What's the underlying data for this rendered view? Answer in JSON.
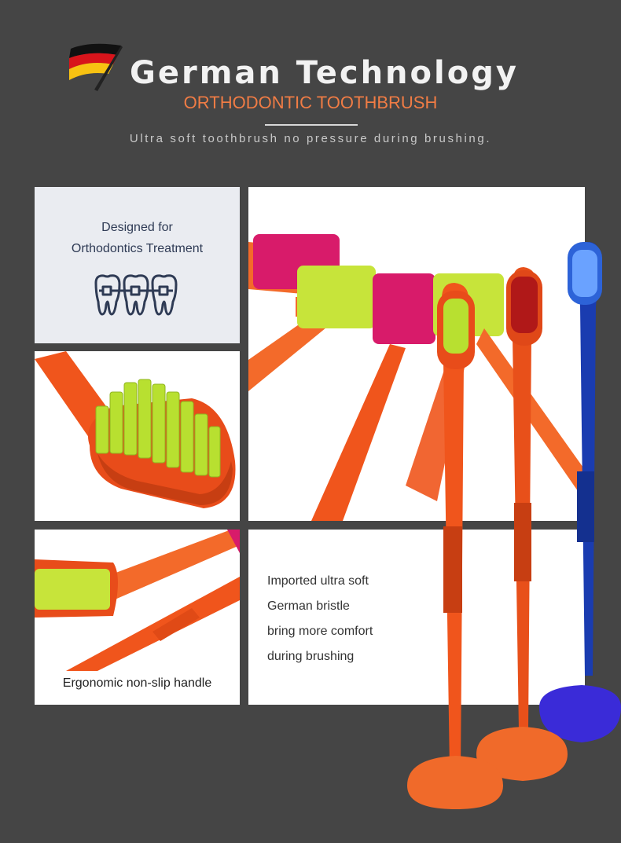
{
  "header": {
    "title": "German Technology",
    "subtitle": "ORTHODONTIC TOOTHBRUSH",
    "tagline": "Ultra soft toothbrush no pressure during brushing.",
    "flag_icon": "german-flag-icon"
  },
  "panels": {
    "designed_lines": [
      "Designed for",
      "Orthodontics  Treatment"
    ],
    "braces_icon": "teeth-braces-icon",
    "ergonomic_caption": "Ergonomic non-slip handle",
    "features": [
      "Imported ultra soft",
      "German bristle",
      "bring more comfort",
      "during brushing"
    ]
  },
  "colors": {
    "background": "#454545",
    "accent_orange": "#f07c45",
    "handle_orange": "#f0551c",
    "bristle_lime": "#b8e030",
    "bristle_pink": "#d81b6a",
    "handle_blue": "#1a3cb0"
  }
}
